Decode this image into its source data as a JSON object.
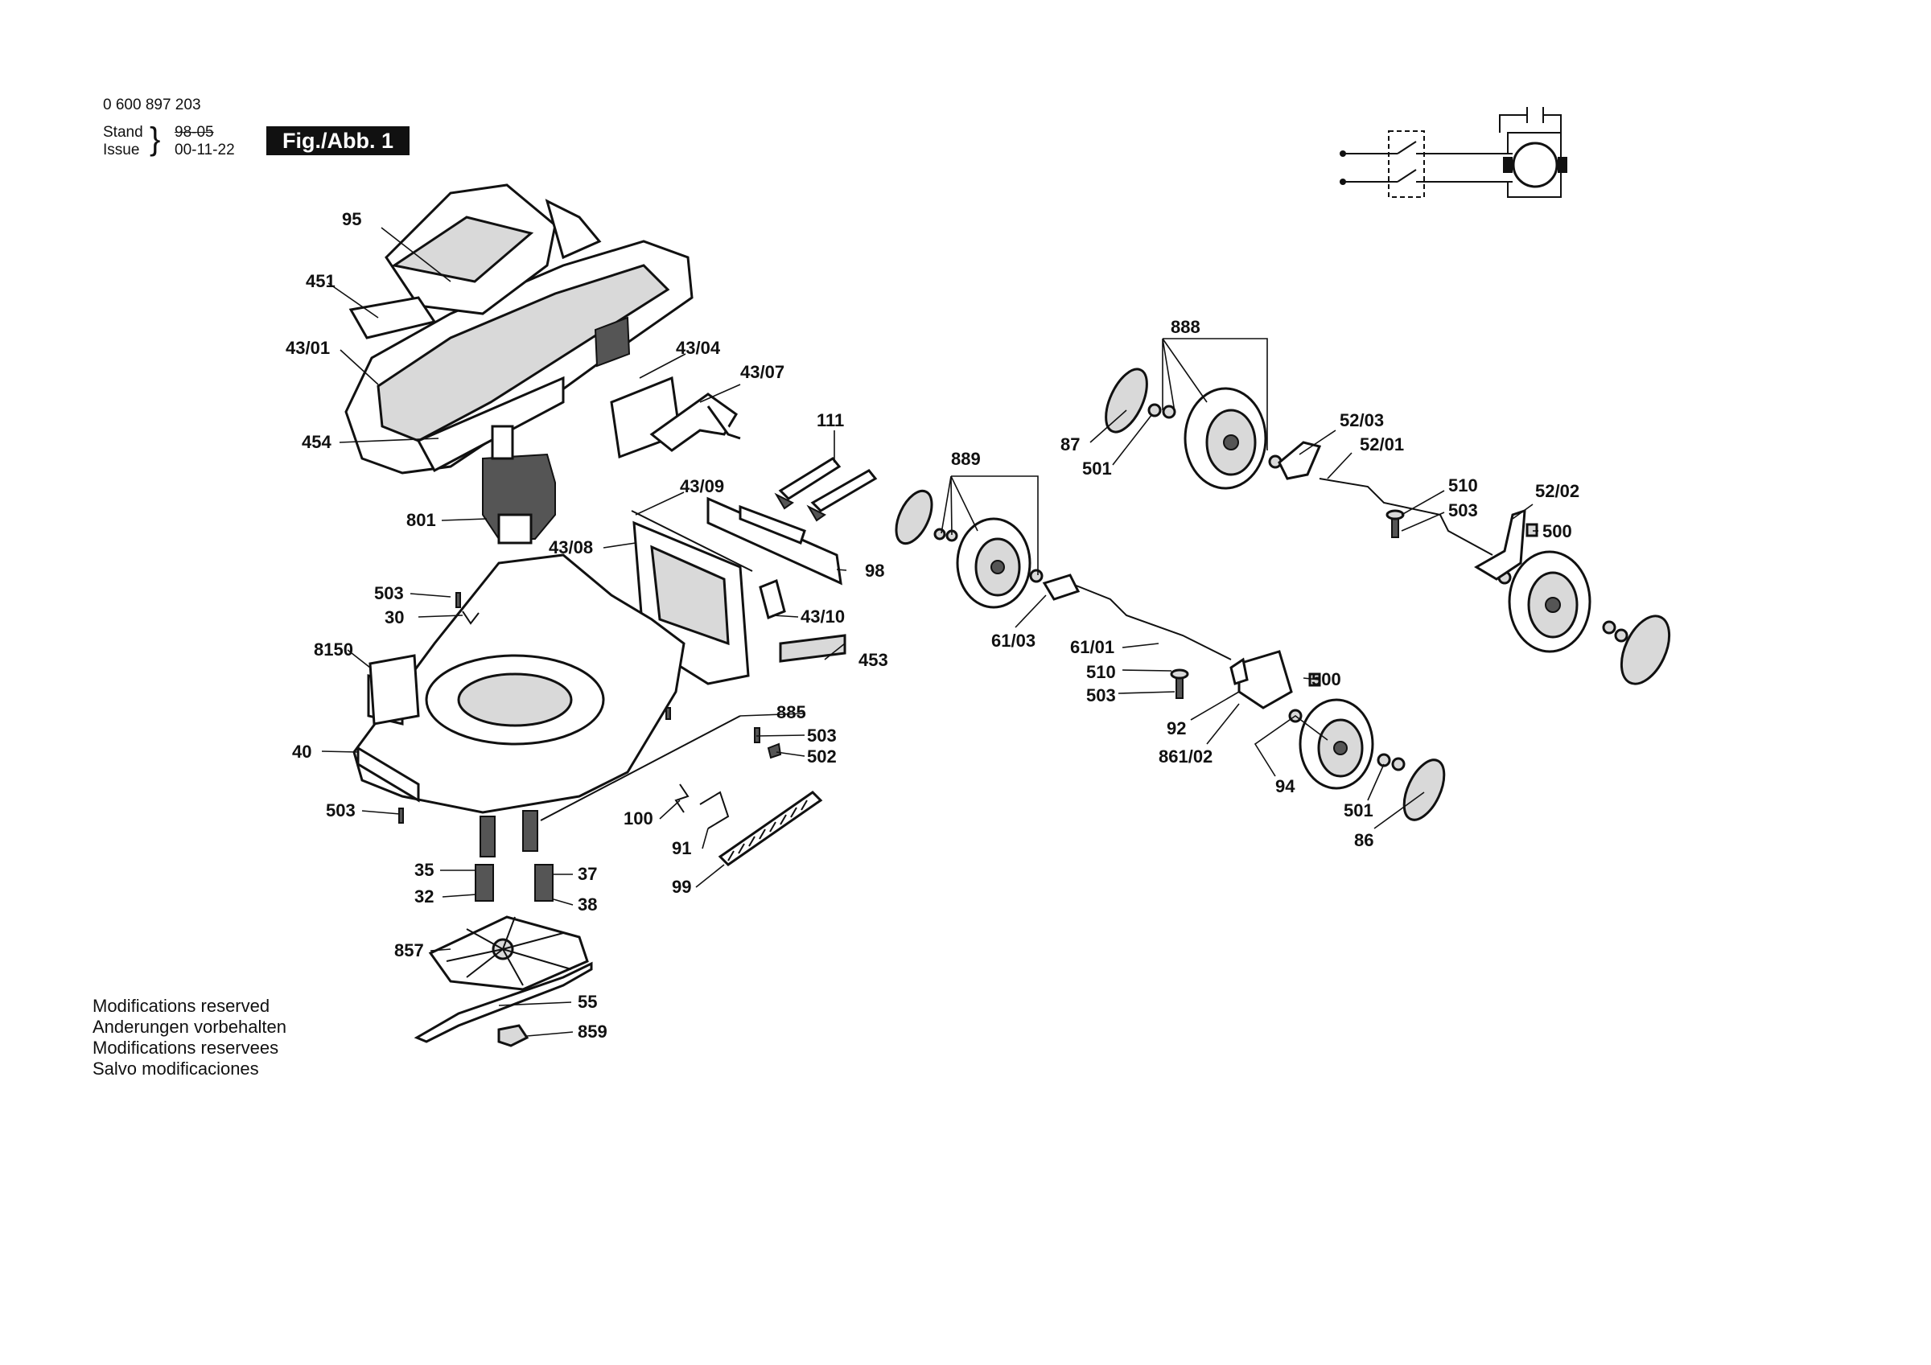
{
  "header": {
    "part_number": "0 600 897 203",
    "stand_label": "Stand",
    "issue_label": "Issue",
    "stand_date_old": "98-05",
    "issue_date": "00-11-22",
    "figure_label": "Fig./Abb. 1"
  },
  "footer": {
    "notes": [
      "Modifications reserved",
      "Anderungen vorbehalten",
      "Modifications reservees",
      "Salvo modificaciones"
    ]
  },
  "callouts": [
    "95",
    "451",
    "43/01",
    "454",
    "801",
    "43/04",
    "43/07",
    "111",
    "43/09",
    "43/08",
    "98",
    "43/10",
    "453",
    "503",
    "30",
    "8150",
    "40",
    "885",
    "502",
    "100",
    "91",
    "99",
    "35",
    "37",
    "32",
    "38",
    "857",
    "55",
    "859",
    "888",
    "87",
    "501",
    "52/03",
    "52/01",
    "889",
    "510",
    "52/02",
    "500",
    "61/03",
    "61/01",
    "92",
    "861/02",
    "94",
    "86"
  ],
  "colors": {
    "ink": "#111111",
    "background": "#ffffff",
    "shade": "#d9d9d9"
  }
}
